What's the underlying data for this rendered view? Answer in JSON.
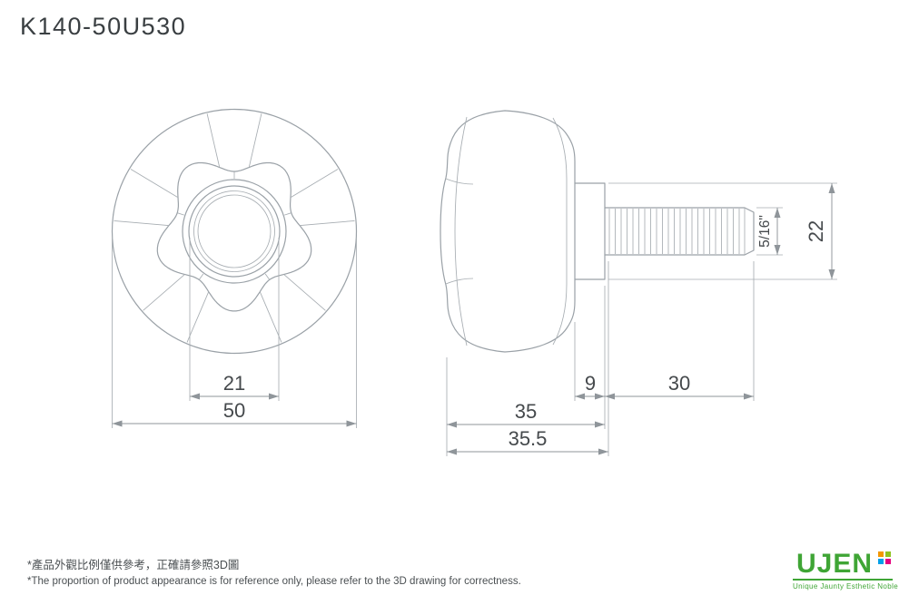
{
  "title": "K140-50U530",
  "drawing": {
    "dim_hub_diameter": "21",
    "dim_knob_diameter": "50",
    "dim_collar_width": "9",
    "dim_thread_length": "30",
    "dim_body_depth": "35",
    "dim_total_depth": "35.5",
    "dim_thread_size": "5/16\"",
    "dim_collar_diameter": "22"
  },
  "notes": {
    "zh": "*產品外觀比例僅供參考，正確請參照3D圖",
    "en": "*The proportion of product appearance is for reference only, please refer to the 3D drawing for correctness."
  },
  "logo": {
    "name": "UJEN",
    "tagline": "Unique Jaunty Esthetic Noble",
    "green": "#3fa535",
    "colors": [
      "#f39800",
      "#8fc31f",
      "#00a0e9",
      "#e4007f"
    ]
  }
}
